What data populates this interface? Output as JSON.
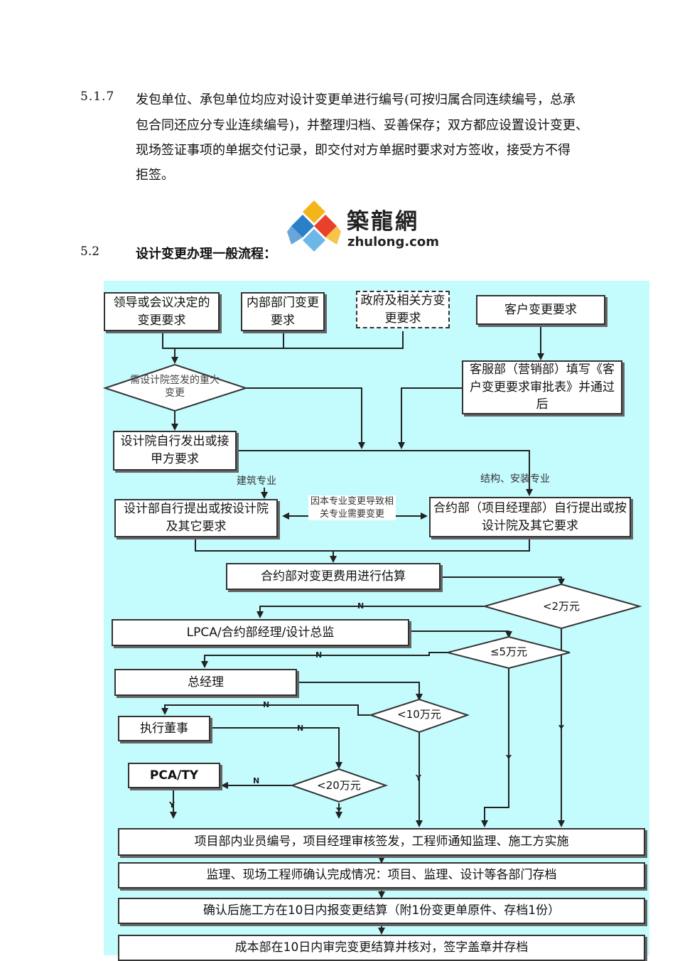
{
  "paragraph": {
    "number": "5.1.7",
    "lines": [
      "发包单位、承包单位均应对设计变更单进行编号(可按归属合同连续编号，总承",
      "包合同还应分专业连续编号)，并整理归档、妥善保存；双方都应设置设计变更、",
      "现场签证事项的单据交付记录，即交付对方单据时要求对方签收，接受方不得",
      "拒签。"
    ]
  },
  "section": {
    "number": "5.2",
    "title": "设计变更办理一般流程："
  },
  "logo": {
    "cn": "築龍網",
    "en": "zhulong.com",
    "colors": [
      "#e8412b",
      "#f4b51a",
      "#2a7fc8",
      "#6bb8e8"
    ]
  },
  "flowchart": {
    "background": "#c4fbfd",
    "sources": [
      "领导或会议决定的变更要求",
      "内部部门变更要求",
      "政府及相关方变更要求",
      "客户变更要求"
    ],
    "major_change_decision": "需设计院签发的重大变更",
    "customer_service": "客服部（营销部）填写《客户变更要求审批表》并通过后",
    "design_institute": "设计院自行发出或接甲方要求",
    "label_arch": "建筑专业",
    "label_struct": "结构、安装专业",
    "design_dept": "设计部自行提出或按设计院及其它要求",
    "cross_label": "因本专业变更导致相关专业需要变更",
    "contract_dept": "合约部（项目经理部）自行提出或按设计院及其它要求",
    "cost_estimate": "合约部对变更费用进行估算",
    "decisions": [
      "<2万元",
      "≤5万元",
      "<10万元",
      "<20万元"
    ],
    "approvers": [
      "LPCA/合约部经理/设计总监",
      "总经理",
      "执行董事",
      "PCA/TY"
    ],
    "yes": "Y",
    "no": "N",
    "final_steps": [
      "项目部内业员编号，项目经理审核签发，工程师通知监理、施工方实施",
      "监理、现场工程师确认完成情况：项目、监理、设计等各部门存档",
      "确认后施工方在10日内报变更结算（附1份变更单原件、存档1份）",
      "成本部在10日内审完变更结算并核对，签字盖章并存档"
    ]
  }
}
